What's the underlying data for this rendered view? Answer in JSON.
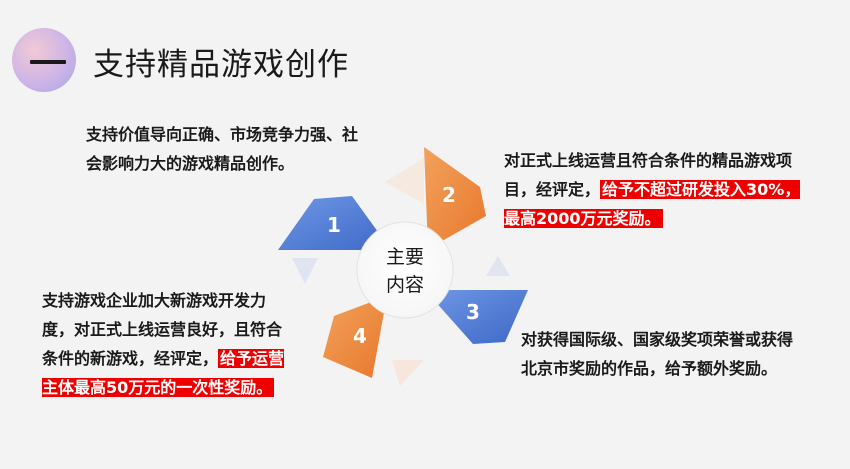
{
  "header": {
    "number": "一",
    "title": "支持精品游戏创作"
  },
  "diagram": {
    "center_line1": "主要",
    "center_line2": "内容",
    "items": [
      {
        "num": "1",
        "color": "#4a78d4"
      },
      {
        "num": "2",
        "color": "#ee8a3e"
      },
      {
        "num": "3",
        "color": "#4a78d4"
      },
      {
        "num": "4",
        "color": "#ee8a3e"
      }
    ]
  },
  "blocks": {
    "b1": {
      "text": "支持价值导向正确、市场竞争力强、社会影响力大的游戏精品创作。"
    },
    "b2": {
      "text": "对正式上线运营且符合条件的精品游戏项目，经评定，",
      "highlight": "给予不超过研发投入30%，最高2000万元奖励。"
    },
    "b3": {
      "text": "对获得国际级、国家级奖项荣誉或获得北京市奖励的作品，给予额外奖励。"
    },
    "b4": {
      "text": "支持游戏企业加大新游戏开发力度，对正式上线运营良好，且符合条件的新游戏，经评定，",
      "highlight": "给予运营主体最高50万元的一次性奖励。"
    }
  },
  "colors": {
    "blue": "#4a78d4",
    "orange": "#ee8a3e",
    "highlight_red": "#ee0000",
    "background": "#f3f3f3"
  }
}
